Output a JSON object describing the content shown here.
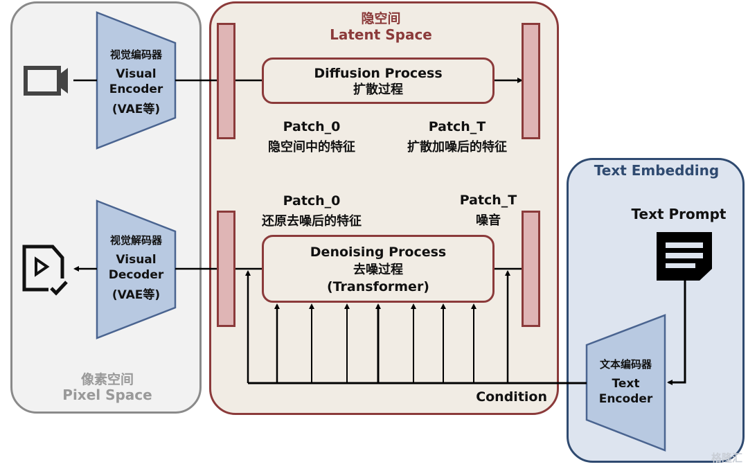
{
  "pixel_space": {
    "title_cn": "像素空间",
    "title_en": "Pixel Space",
    "encoder": {
      "cn": "视觉编码器",
      "en1": "Visual",
      "en2": "Encoder",
      "note": "(VAE等)"
    },
    "decoder": {
      "cn": "视觉解码器",
      "en1": "Visual",
      "en2": "Decoder",
      "note": "(VAE等)"
    },
    "input_icon": "video-camera-icon",
    "output_icon": "video-file-check-icon"
  },
  "latent_space": {
    "title_cn": "隐空间",
    "title_en": "Latent Space",
    "diffusion": {
      "en": "Diffusion Process",
      "cn": "扩散过程"
    },
    "denoising": {
      "en": "Denoising Process",
      "cn": "去噪过程",
      "note": "(Transformer)"
    },
    "top_patch0": {
      "name": "Patch_0",
      "desc": "隐空间中的特征"
    },
    "top_patchT": {
      "name": "Patch_T",
      "desc": "扩散加噪后的特征"
    },
    "bottom_patch0": {
      "name": "Patch_0",
      "desc": "还原去噪后的特征"
    },
    "bottom_patchT": {
      "name": "Patch_T",
      "desc": "噪音"
    },
    "condition_label": "Condition"
  },
  "text_embedding": {
    "title": "Text Embedding",
    "prompt_label": "Text Prompt",
    "prompt_icon": "document-text-icon",
    "encoder": {
      "cn": "文本编码器",
      "en1": "Text",
      "en2": "Encoder"
    }
  },
  "watermark": "格隆汇",
  "colors": {
    "pixel_panel": "#f2f2f2",
    "latent_panel": "#f1ece4",
    "latent_border": "#8b3a3a",
    "text_panel": "#dde4ef",
    "text_border": "#2f4a70",
    "trapezoid_fill": "#b8c9e1",
    "trapezoid_stroke": "#4a6490",
    "patch_bar": "#dfb5b5"
  }
}
